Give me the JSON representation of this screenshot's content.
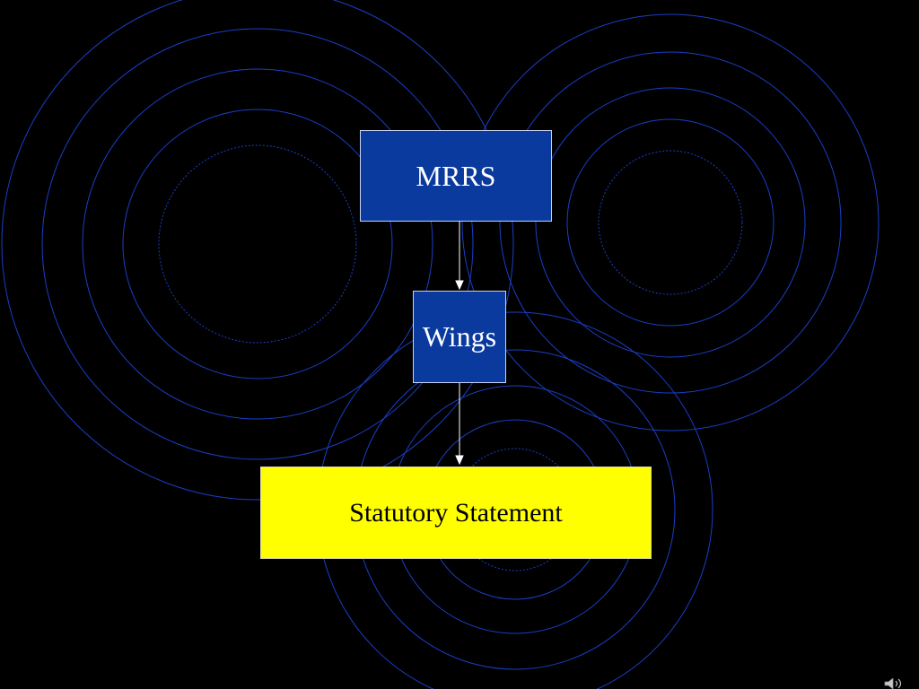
{
  "diagram": {
    "nodes": [
      {
        "id": "mrrs",
        "label": "MRRS"
      },
      {
        "id": "wings",
        "label": "Wings"
      },
      {
        "id": "statutory",
        "label": "Statutory Statement"
      }
    ],
    "edges": [
      {
        "from": "mrrs",
        "to": "wings"
      },
      {
        "from": "wings",
        "to": "statutory"
      }
    ]
  },
  "colors": {
    "background": "#000000",
    "ring_stroke": "#1a3fc8",
    "box_blue": "#0a3a9e",
    "box_yellow": "#ffff00",
    "arrow": "#ffffff"
  },
  "icons": {
    "audio": "speaker-icon"
  }
}
